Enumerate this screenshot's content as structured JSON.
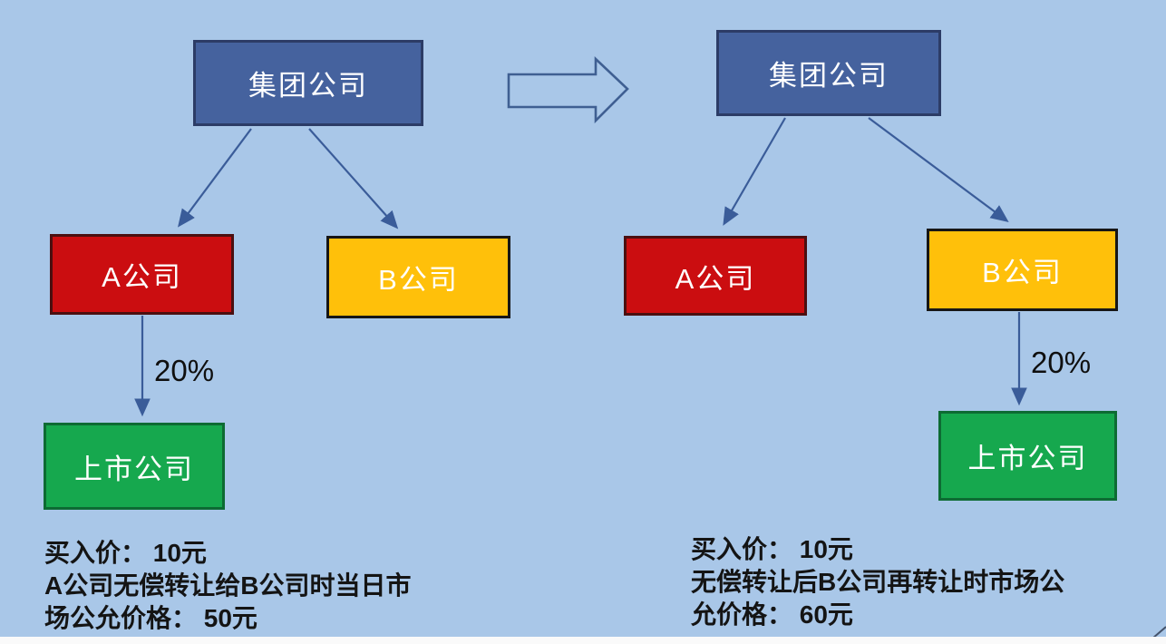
{
  "left": {
    "group": "集团公司",
    "company_a": "A公司",
    "company_b": "B公司",
    "listed": "上市公司",
    "stake": "20%",
    "note_line1": "买入价： 10元",
    "note_line2": "A公司无偿转让给B公司时当日市",
    "note_line3": "场公允价格： 50元"
  },
  "right": {
    "group": "集团公司",
    "company_a": "A公司",
    "company_b": "B公司",
    "listed": "上市公司",
    "stake": "20%",
    "note_line1": "买入价： 10元",
    "note_line2": "无偿转让后B公司再转让时市场公",
    "note_line3": "允价格： 60元"
  },
  "colors": {
    "background": "#a9c7e8",
    "group_fill": "#45629e",
    "group_border": "#2c3c66",
    "company_a_fill": "#cb0d10",
    "company_b_fill": "#ffc00a",
    "listed_fill": "#16a84e",
    "connector": "#3a5c99",
    "note_text": "#141414"
  }
}
